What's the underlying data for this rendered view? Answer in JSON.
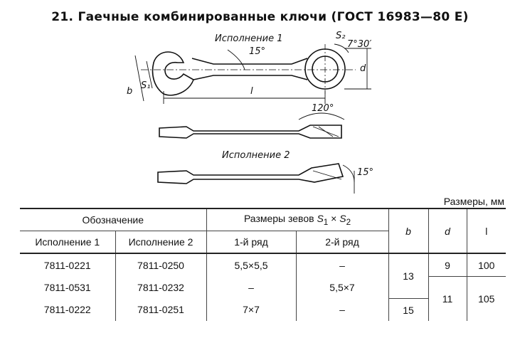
{
  "title": "21. Гаечные комбинированные ключи (ГОСТ 16983—80 Е)",
  "drawing": {
    "label_v1": "Исполнение 1",
    "label_v2": "Исполнение 2",
    "dim_15_top": "15°",
    "dim_7_30": "7°30′",
    "dim_s2": "S₂",
    "dim_d": "d",
    "dim_b": "b",
    "dim_s1": "S₁",
    "dim_l": "l",
    "dim_120": "120°",
    "dim_15_side": "15°"
  },
  "units_caption": "Размеры, мм",
  "table": {
    "h_designation": "Обозначение",
    "h_sizes_prefix": "Размеры зевов ",
    "h_s1": "S",
    "h_s1_sub": "1",
    "h_times": " × ",
    "h_s2": "S",
    "h_s2_sub": "2",
    "h_b": "b",
    "h_d": "d",
    "h_l": "l",
    "h_ver1": "Исполнение 1",
    "h_ver2": "Исполнение 2",
    "h_row1": "1-й ряд",
    "h_row2": "2-й ряд",
    "rows": [
      {
        "v1": "7811-0221",
        "v2": "7811-0250",
        "r1": "5,5×5,5",
        "r2": "–",
        "b": "13",
        "d": "9",
        "l": "100"
      },
      {
        "v1": "7811-0531",
        "v2": "7811-0232",
        "r1": "–",
        "r2": "5,5×7"
      },
      {
        "v1": "7811-0222",
        "v2": "7811-0251",
        "r1": "7×7",
        "r2": "–",
        "b": "15",
        "d": "11",
        "l": "105"
      }
    ]
  }
}
